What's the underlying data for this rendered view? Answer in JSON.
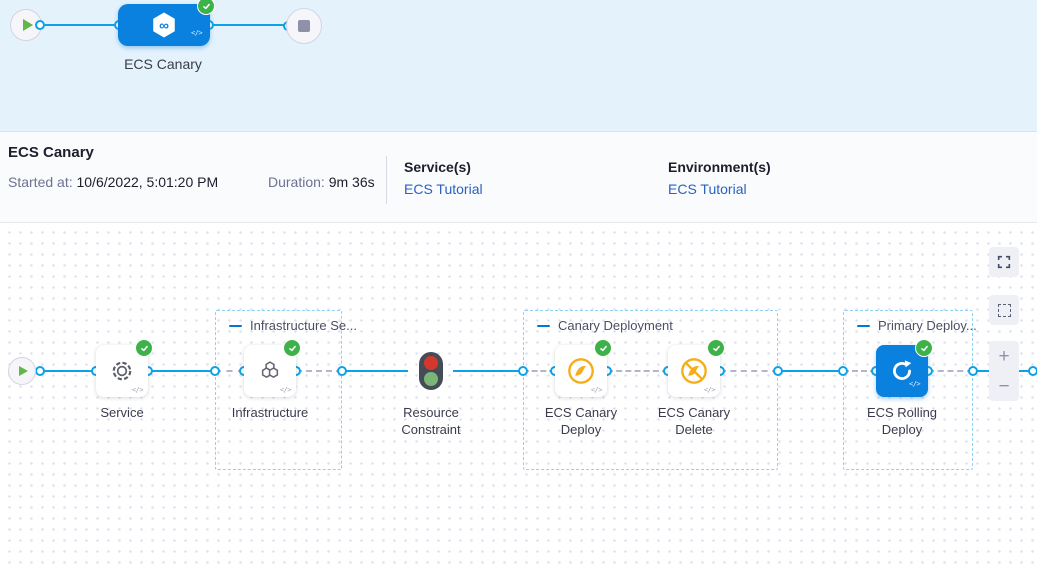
{
  "colors": {
    "accent_blue": "#0a80df",
    "wire_blue": "#0da2e7",
    "success_green": "#3eb24a",
    "canary_yellow": "#f5ad18",
    "link_blue": "#2a62c4",
    "top_band_blue": "#e3f2fb"
  },
  "icons": {
    "start": "play-icon",
    "end": "stop-icon",
    "pipeline": "hexagon-infinity-icon",
    "success": "check-icon",
    "service": "gear-icon",
    "infrastructure": "hexagons-cluster-icon",
    "resource_constraint": "traffic-light-icon",
    "canary_deploy": "canary-bird-icon",
    "canary_delete": "canary-bird-slash-icon",
    "rolling_deploy": "circular-arrow-icon",
    "code": "code-icon",
    "fullscreen": "fullscreen-icon",
    "selection": "marquee-icon",
    "zoom_in": "plus-icon",
    "zoom_out": "minus-icon"
  },
  "mini_pipeline": {
    "node_label": "ECS Canary",
    "code_glyph": "</>"
  },
  "header": {
    "title": "ECS Canary",
    "started_label": "Started at:",
    "started_value": "10/6/2022, 5:01:20 PM",
    "duration_label": "Duration:",
    "duration_value": "9m 36s",
    "services_label": "Service(s)",
    "services_value": "ECS Tutorial",
    "environments_label": "Environment(s)",
    "environments_value": "ECS Tutorial"
  },
  "canvas": {
    "code_glyph": "</>",
    "stages": [
      {
        "label": "Service"
      },
      {
        "label": "Infrastructure"
      },
      {
        "label": "Resource\nConstraint"
      },
      {
        "label": "ECS Canary\nDeploy"
      },
      {
        "label": "ECS Canary\nDelete"
      },
      {
        "label": "ECS Rolling\nDeploy"
      }
    ],
    "groups": [
      {
        "title": "Infrastructure Se..."
      },
      {
        "title": "Canary Deployment"
      },
      {
        "title": "Primary Deploy..."
      }
    ],
    "controls": {
      "zoom_in": "+",
      "zoom_out": "−"
    }
  }
}
